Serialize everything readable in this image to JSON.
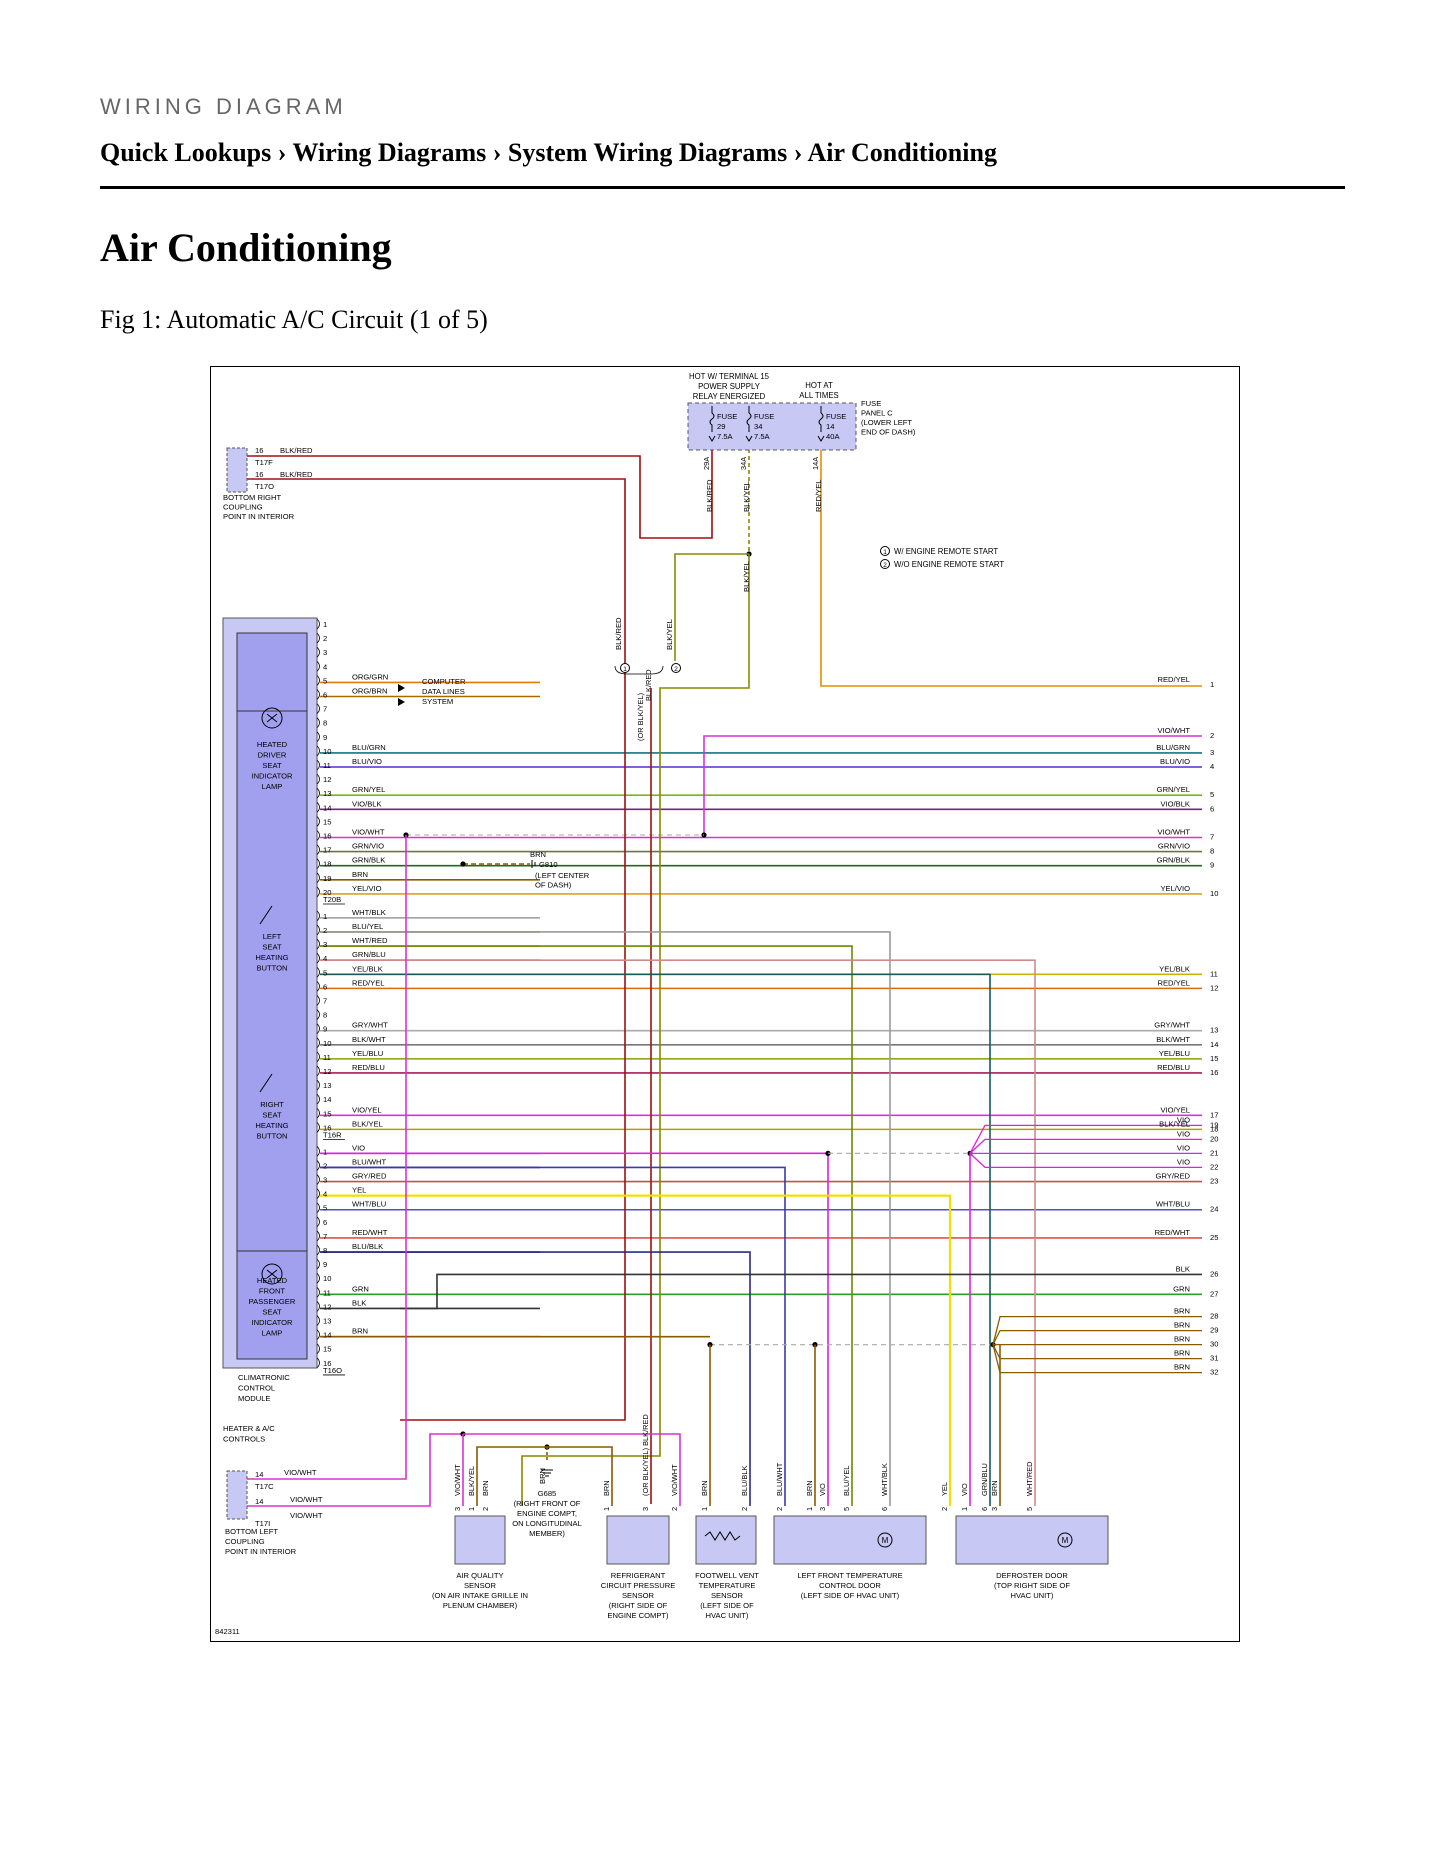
{
  "header": {
    "label": "WIRING DIAGRAM"
  },
  "breadcrumb": [
    "Quick Lookups",
    "Wiring Diagrams",
    "System Wiring Diagrams",
    "Air Conditioning"
  ],
  "breadcrumb_separator": "›",
  "page_title": "Air Conditioning",
  "figure_caption": "Fig 1: Automatic A/C Circuit (1 of 5)",
  "diagram": {
    "fig_id": "842311",
    "top_labels": [
      [
        "HOT W/ TERMINAL 15",
        "POWER SUPPLY",
        "RELAY ENERGIZED"
      ],
      [
        "HOT AT",
        "ALL TIMES"
      ]
    ],
    "fuse_panel_label": [
      "FUSE",
      "PANEL C",
      "(LOWER LEFT",
      "END OF DASH)"
    ],
    "fuses": [
      {
        "name": "FUSE",
        "number": "29",
        "rating": "7.5A",
        "pin": "29A",
        "wire": "BLK/RED"
      },
      {
        "name": "FUSE",
        "number": "34",
        "rating": "7.5A",
        "pin": "34A",
        "wire": "BLK/YEL"
      },
      {
        "name": "FUSE",
        "number": "14",
        "rating": "40A",
        "pin": "14A",
        "wire": "RED/YEL"
      }
    ],
    "notes": [
      "W/ ENGINE REMOTE START",
      "W/O ENGINE REMOTE START"
    ],
    "coupling_top": {
      "pin_a": "16",
      "wire_a": "BLK/RED",
      "conn_a": "T17F",
      "pin_b": "16",
      "wire_b": "BLK/RED",
      "conn_b": "T17O",
      "label": [
        "BOTTOM RIGHT",
        "COUPLING",
        "POINT IN INTERIOR"
      ]
    },
    "coupling_bottom": {
      "pin_a": "14",
      "wire_a": "VIO/WHT",
      "conn_a": "T17C",
      "wire_mid": "VIO/WHT",
      "pin_b": "14",
      "wire_b": "VIO/WHT",
      "conn_b": "T17I",
      "label": [
        "BOTTOM LEFT",
        "COUPLING",
        "POINT IN INTERIOR"
      ]
    },
    "module": {
      "name": [
        "CLIMATRONIC",
        "CONTROL",
        "MODULE"
      ],
      "sub_name": [
        "HEATER & A/C",
        "CONTROLS"
      ],
      "components": [
        [
          "HEATED",
          "DRIVER",
          "SEAT",
          "INDICATOR",
          "LAMP"
        ],
        [
          "LEFT",
          "SEAT",
          "HEATING",
          "BUTTON"
        ],
        [
          "RIGHT",
          "SEAT",
          "HEATING",
          "BUTTON"
        ],
        [
          "HEATED",
          "FRONT",
          "PASSENGER",
          "SEAT",
          "INDICATOR",
          "LAMP"
        ]
      ]
    },
    "connector_names": [
      "T20B",
      "T16R",
      "T16O"
    ],
    "pin_groups": [
      {
        "pins": [
          {
            "n": "1"
          },
          {
            "n": "2"
          },
          {
            "n": "3"
          },
          {
            "n": "4"
          },
          {
            "n": "5",
            "wire": "ORG/GRN",
            "color": "#e07a00"
          },
          {
            "n": "6",
            "wire": "ORG/BRN",
            "color": "#a86a00"
          },
          {
            "n": "7"
          },
          {
            "n": "8"
          },
          {
            "n": "9"
          },
          {
            "n": "10",
            "wire": "BLU/GRN",
            "color": "#0f7a7a",
            "right": "BLU/GRN",
            "num": "3"
          },
          {
            "n": "11",
            "wire": "BLU/VIO",
            "color": "#5a2bd6",
            "right": "BLU/VIO",
            "num": "4"
          },
          {
            "n": "12"
          },
          {
            "n": "13",
            "wire": "GRN/YEL",
            "color": "#7bb31a",
            "right": "GRN/YEL",
            "num": "5"
          },
          {
            "n": "14",
            "wire": "VIO/BLK",
            "color": "#7a1f8f",
            "right": "VIO/BLK",
            "num": "6"
          },
          {
            "n": "15"
          },
          {
            "n": "16",
            "wire": "VIO/WHT",
            "color": "#d633d6",
            "right": "VIO/WHT",
            "num": "7"
          },
          {
            "n": "17",
            "wire": "GRN/VIO",
            "color": "#6a7a2a",
            "right": "GRN/VIO",
            "num": "8"
          },
          {
            "n": "18",
            "wire": "GRN/BLK",
            "color": "#1d6b1d",
            "right": "GRN/BLK",
            "num": "9"
          },
          {
            "n": "19",
            "wire": "BRN",
            "color": "#8a5a00"
          },
          {
            "n": "20",
            "wire": "YEL/VIO",
            "color": "#e0a020",
            "right": "YEL/VIO",
            "num": "10"
          }
        ]
      },
      {
        "pins": [
          {
            "n": "1",
            "wire": "WHT/BLK",
            "color": "#9a9a9a"
          },
          {
            "n": "2",
            "wire": "BLU/YEL",
            "color": "#6a8a00"
          },
          {
            "n": "3",
            "wire": "WHT/RED",
            "color": "#d08a8a"
          },
          {
            "n": "4",
            "wire": "GRN/BLU",
            "color": "#1a5a5a"
          },
          {
            "n": "5",
            "wire": "YEL/BLK",
            "color": "#d0b000",
            "right": "YEL/BLK",
            "num": "11"
          },
          {
            "n": "6",
            "wire": "RED/YEL",
            "color": "#e06a00",
            "right": "RED/YEL",
            "num": "12"
          },
          {
            "n": "7"
          },
          {
            "n": "8"
          },
          {
            "n": "9",
            "wire": "GRY/WHT",
            "color": "#aaaaaa",
            "right": "GRY/WHT",
            "num": "13"
          },
          {
            "n": "10",
            "wire": "BLK/WHT",
            "color": "#777777",
            "right": "BLK/WHT",
            "num": "14"
          },
          {
            "n": "11",
            "wire": "YEL/BLU",
            "color": "#8aa000",
            "right": "YEL/BLU",
            "num": "15"
          },
          {
            "n": "12",
            "wire": "RED/BLU",
            "color": "#b0185a",
            "right": "RED/BLU",
            "num": "16"
          },
          {
            "n": "13"
          },
          {
            "n": "14"
          },
          {
            "n": "15",
            "wire": "VIO/YEL",
            "color": "#d633d6",
            "right": "VIO/YEL",
            "num": "17"
          },
          {
            "n": "16",
            "wire": "BLK/YEL",
            "color": "#b0a000",
            "right": "BLK/YEL",
            "num": "18"
          }
        ]
      },
      {
        "pins": [
          {
            "n": "1",
            "wire": "VIO",
            "color": "#e020e0"
          },
          {
            "n": "2",
            "wire": "BLU/WHT",
            "color": "#3a3aaa"
          },
          {
            "n": "3",
            "wire": "GRY/RED",
            "color": "#c05050",
            "right": "GRY/RED",
            "num": "23"
          },
          {
            "n": "4",
            "wire": "YEL",
            "color": "#f0e000"
          },
          {
            "n": "5",
            "wire": "WHT/BLU",
            "color": "#5050c0",
            "right": "WHT/BLU",
            "num": "24"
          },
          {
            "n": "6"
          },
          {
            "n": "7",
            "wire": "RED/WHT",
            "color": "#e05050",
            "right": "RED/WHT",
            "num": "25"
          },
          {
            "n": "8",
            "wire": "BLU/BLK",
            "color": "#2a2a8a"
          },
          {
            "n": "9"
          },
          {
            "n": "10"
          },
          {
            "n": "11",
            "wire": "GRN",
            "color": "#2aa02a",
            "right": "GRN",
            "num": "27"
          },
          {
            "n": "12",
            "wire": "BLK",
            "color": "#333333"
          },
          {
            "n": "13"
          },
          {
            "n": "14",
            "wire": "BRN",
            "color": "#8a5a00"
          },
          {
            "n": "15"
          },
          {
            "n": "16"
          }
        ]
      }
    ],
    "module_side_labels": {
      "top_num_1": "1",
      "red_yel_1": "RED/YEL",
      "vio_wht_2": "VIO/WHT",
      "num_2": "2",
      "vio_19": "VIO",
      "num_19": "19",
      "vio_20": "VIO",
      "num_20": "20",
      "vio_21": "VIO",
      "num_21": "21",
      "vio_22": "VIO",
      "num_22": "22",
      "blk_26": "BLK",
      "num_26": "26",
      "brn_labels": [
        "BRN",
        "BRN",
        "BRN",
        "BRN",
        "BRN"
      ],
      "brn_nums": [
        "28",
        "29",
        "30",
        "31",
        "32"
      ]
    },
    "computer_data": [
      "COMPUTER",
      "DATA LINES",
      "SYSTEM"
    ],
    "ground_g810": {
      "wire": "BRN",
      "name": "G810",
      "location": [
        "(LEFT CENTER",
        "OF DASH)"
      ]
    },
    "ground_g685": {
      "wire": "BRN",
      "name": "G685",
      "location": [
        "(RIGHT FRONT OF",
        "ENGINE COMPT,",
        "ON LONGITUDINAL",
        "MEMBER)"
      ]
    },
    "splice_labels": {
      "blk_red": "BLK/RED",
      "blk_yel": "BLK/YEL",
      "alt_a": "(OR BLK/YEL)",
      "alt_b": "BLK/RED",
      "riser_blk_yel": "BLK/YEL"
    },
    "bottom_components": [
      {
        "name": [
          "AIR QUALITY",
          "SENSOR",
          "(ON AIR INTAKE GRILLE IN",
          "PLENUM CHAMBER)"
        ],
        "pins": [
          "3",
          "1",
          "2"
        ],
        "wires": [
          "VIO/WHT",
          "BLK/YEL",
          "BRN"
        ]
      },
      {
        "name": [
          "REFRIGERANT",
          "CIRCUIT PRESSURE",
          "SENSOR",
          "(RIGHT SIDE OF",
          "ENGINE COMPT)"
        ],
        "pins": [
          "1",
          "3",
          "2"
        ],
        "wires": [
          "BRN",
          "(OR BLK/YEL) BLK/RED",
          "VIO/WHT"
        ]
      },
      {
        "name": [
          "FOOTWELL VENT",
          "TEMPERATURE",
          "SENSOR",
          "(LEFT SIDE OF",
          "HVAC UNIT)"
        ],
        "pins": [
          "1",
          "2"
        ],
        "wires": [
          "BRN",
          "BLU/BLK"
        ]
      },
      {
        "name": [
          "LEFT FRONT TEMPERATURE",
          "CONTROL DOOR",
          "(LEFT SIDE OF HVAC UNIT)"
        ],
        "pins": [
          "2",
          "1",
          "3",
          "5",
          "6"
        ],
        "wires": [
          "BLU/WHT",
          "BRN",
          "VIO",
          "BLU/YEL",
          "WHT/BLK"
        ]
      },
      {
        "name": [
          "DEFROSTER DOOR",
          "(TOP RIGHT SIDE OF",
          "HVAC UNIT)"
        ],
        "pins": [
          "2",
          "1",
          "3",
          "6",
          "5"
        ],
        "wires": [
          "YEL",
          "VIO",
          "BRN",
          "GRN/BLU",
          "WHT/RED"
        ]
      }
    ],
    "motor_symbol": "M"
  }
}
